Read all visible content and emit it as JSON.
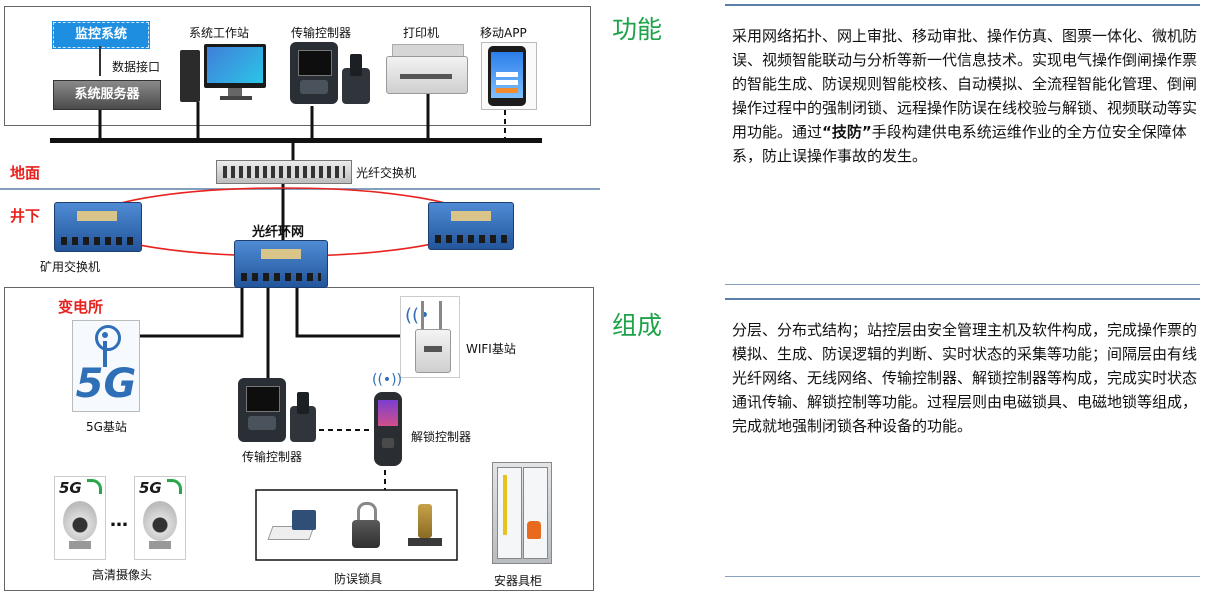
{
  "diagram": {
    "top_labels": {
      "monitor_system": "监控系统",
      "data_interface": "数据接口",
      "system_server": "系统服务器",
      "workstation": "系统工作站",
      "transfer_controller": "传输控制器",
      "printer": "打印机",
      "mobile_app": "移动APP"
    },
    "ground": "地面",
    "underground": "井下",
    "fiber_switch": "光纤交换机",
    "fiber_ring": "光纤环网",
    "mine_switch": "矿用交换机",
    "substation": {
      "title": "变电所",
      "base_5g": "5G基站",
      "wifi_base": "WIFI基站",
      "transfer_controller": "传输控制器",
      "unlock_controller": "解锁控制器",
      "hd_camera": "高清摄像头",
      "lock_devices": "防误锁具",
      "safety_cabinet": "安器具柜",
      "badge_5g": "5G",
      "ellipsis": "…"
    }
  },
  "function": {
    "title": "功能",
    "text_before": "采用网络拓扑、网上审批、移动审批、操作仿真、图票一体化、微机防误、视频智能联动与分析等新一代信息技术。实现电气操作倒闸操作票的智能生成、防误规则智能校核、自动模拟、全流程智能化管理、倒闸操作过程中的强制闭锁、远程操作防误在线校验与解锁、视频联动等实用功能。通过",
    "text_bold": "“技防”",
    "text_after": "手段构建供电系统运维作业的全方位安全保障体系，防止误操作事故的发生。"
  },
  "composition": {
    "title": "组成",
    "text": "分层、分布式结构；站控层由安全管理主机及软件构成，完成操作票的模拟、生成、防误逻辑的判断、实时状态的采集等功能；间隔层由有线光纤网络、无线网络、传输控制器、解锁控制器等构成，完成实时状态通讯传输、解锁控制等功能。过程层则由电磁锁具、电磁地锁等组成，完成就地强制闭锁各种设备的功能。"
  },
  "colors": {
    "accent_green": "#1fa34a",
    "label_red": "#e8231f",
    "ring_red": "#e8231f",
    "switch_blue": "#2f6fb8",
    "monitor_blue": "#1e8fe0",
    "rule_blue": "#5b7fa8"
  }
}
